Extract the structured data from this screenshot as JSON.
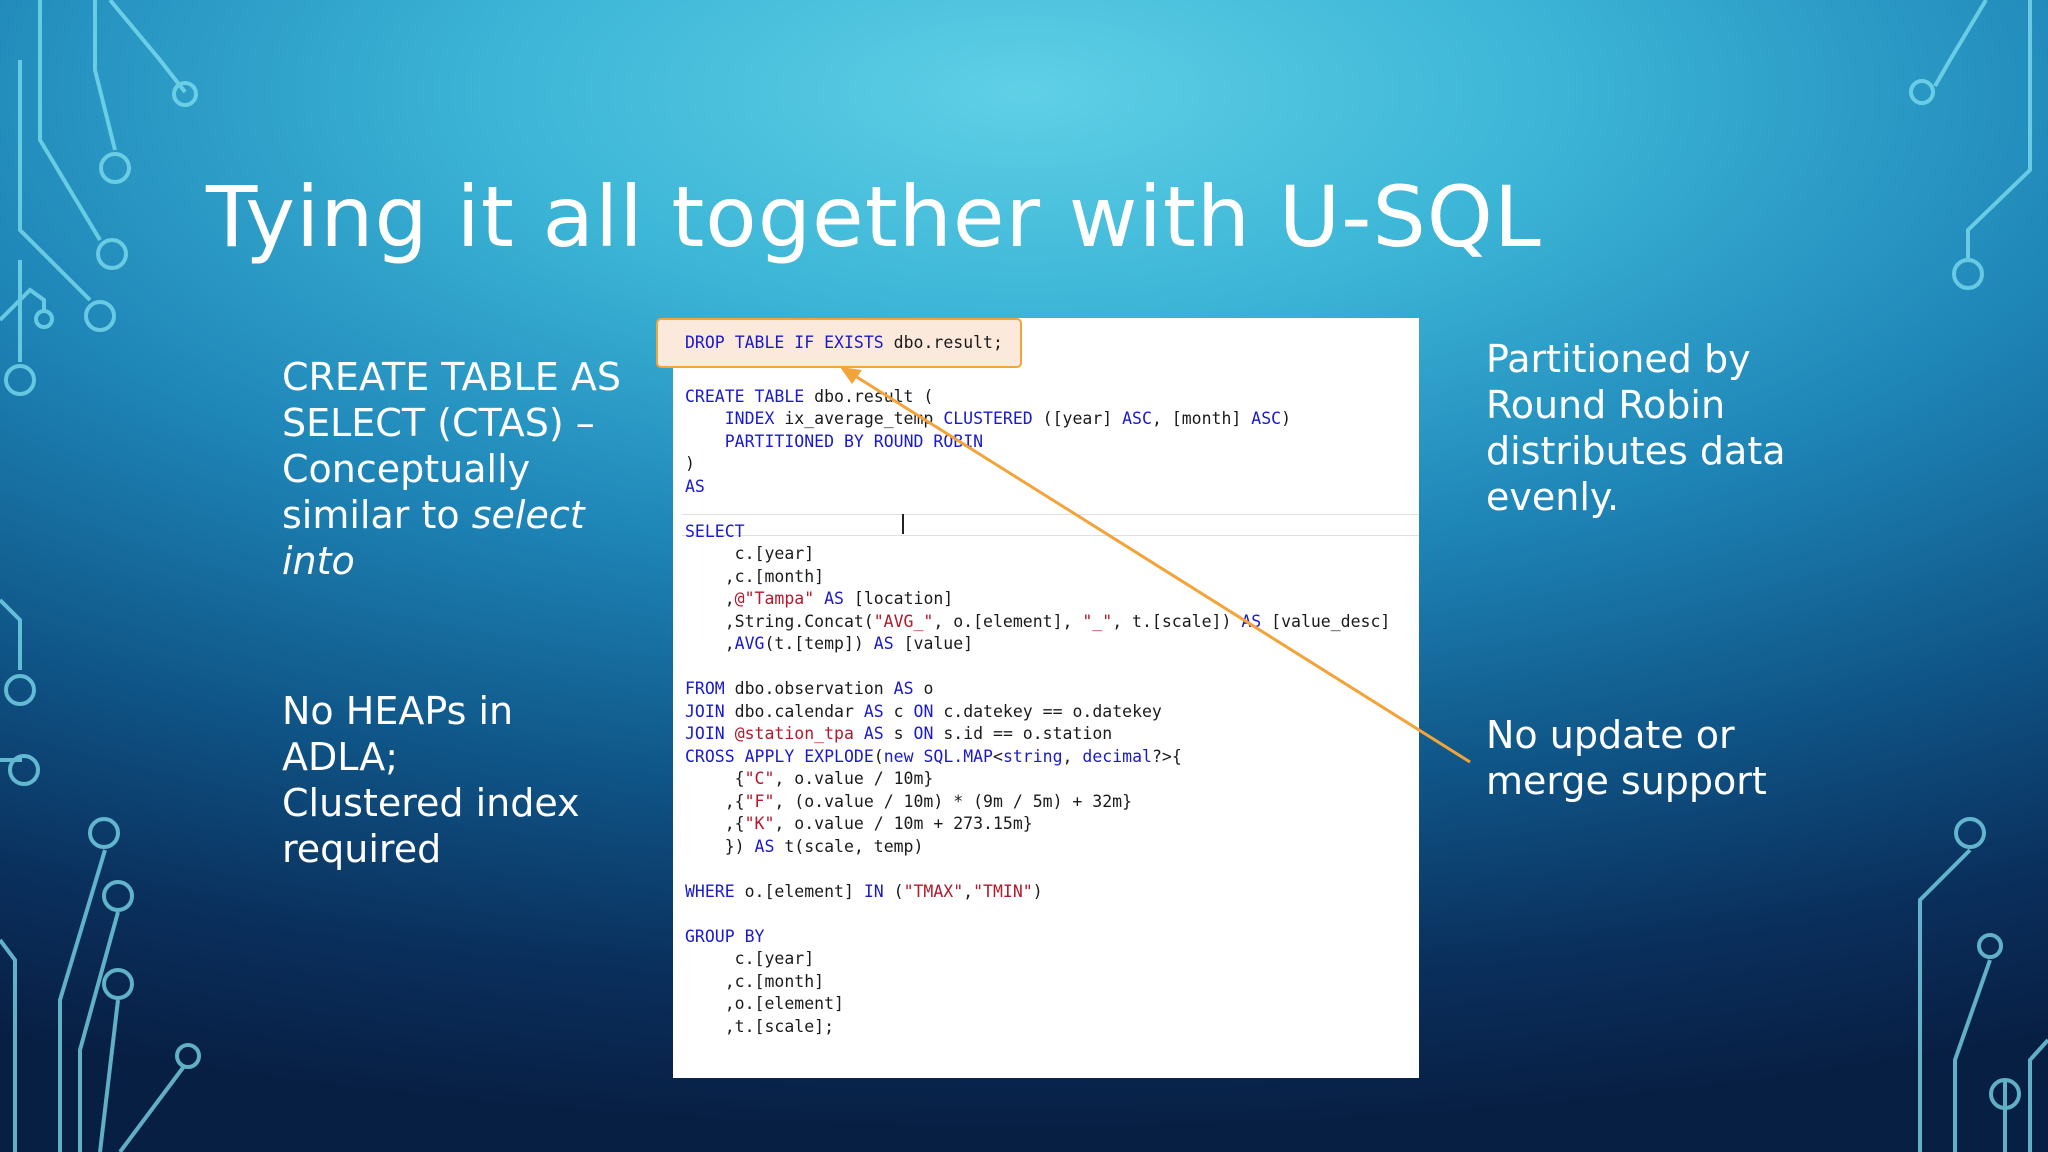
{
  "slide": {
    "title": "Tying it all together with U-SQL"
  },
  "bullets": {
    "ctas_line1": "CREATE TABLE AS",
    "ctas_line2": "SELECT (CTAS) –",
    "ctas_line3": "Conceptually",
    "ctas_line4_prefix": "similar to ",
    "ctas_line4_italic": "select",
    "ctas_line5_italic": "into",
    "heaps": "No HEAPs in ADLA; Clustered index required",
    "partitioned": "Partitioned by Round Robin distributes data evenly.",
    "no_update": "No update or merge support"
  },
  "code": {
    "highlighted_statement": "DROP TABLE IF EXISTS dbo.result;",
    "lines": [
      "CREATE TABLE dbo.result (",
      "    INDEX ix_average_temp CLUSTERED ([year] ASC, [month] ASC)",
      "    PARTITIONED BY ROUND ROBIN",
      ")",
      "AS",
      "",
      "SELECT",
      "     c.[year]",
      "    ,c.[month]",
      "    ,@\"Tampa\" AS [location]",
      "    ,String.Concat(\"AVG_\", o.[element], \"_\", t.[scale]) AS [value_desc]",
      "    ,AVG(t.[temp]) AS [value]",
      "",
      "FROM dbo.observation AS o",
      "JOIN dbo.calendar AS c ON c.datekey == o.datekey",
      "JOIN @station_tpa AS s ON s.id == o.station",
      "CROSS APPLY EXPLODE(new SQL.MAP<string, decimal?>{",
      "     {\"C\", o.value / 10m}",
      "    ,{\"F\", (o.value / 10m) * (9m / 5m) + 32m}",
      "    ,{\"K\", o.value / 10m + 273.15m}",
      "    }) AS t(scale, temp)",
      "",
      "WHERE o.[element] IN (\"TMAX\",\"TMIN\")",
      "",
      "GROUP BY",
      "     c.[year]",
      "    ,c.[month]",
      "    ,o.[element]",
      "    ,t.[scale];"
    ]
  },
  "colors": {
    "keyword": "#1a1acc",
    "string": "#b3182b",
    "highlight_border": "#f2a43a",
    "highlight_fill": "#fbe9dc",
    "arrow": "#f2a43a"
  }
}
